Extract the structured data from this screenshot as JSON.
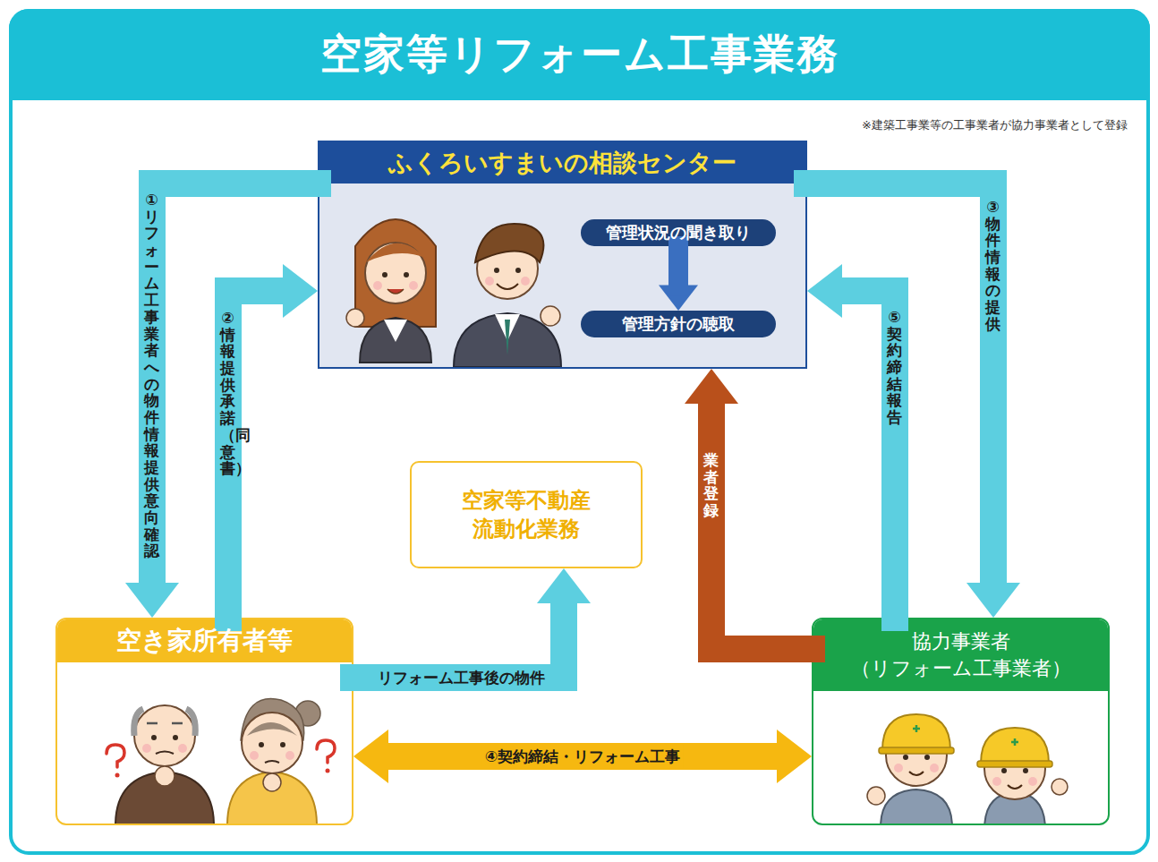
{
  "diagram": {
    "title": "空家等リフォーム工事業務",
    "nodes": [
      {
        "text": [
          "ふくろいすまいの相談センター"
        ]
      },
      {
        "text": [
          "管理状況の聞き取り"
        ],
        "in": 0
      },
      {
        "text": [
          "管理方針の聴取"
        ],
        "in": 0
      },
      {
        "text": [
          "空家等不動産 流動化業務"
        ]
      },
      {
        "text": [
          "空き家所有者等"
        ]
      },
      {
        "text": [
          "協力事業者 （リフォーム工事業者）"
        ]
      }
    ],
    "edges": [
      {
        "from": 0,
        "to": 4,
        "arrow": "to",
        "label": "①リフォーム工事業者への物件情報提供意向確認"
      },
      {
        "from": 4,
        "to": 0,
        "arrow": "to",
        "label": "②情報提供承諾（同意書）"
      },
      {
        "from": 0,
        "to": 5,
        "arrow": "to",
        "label": "③物件情報の提供"
      },
      {
        "from": 4,
        "to": 5,
        "arrow": "both",
        "label": "④契約締結・リフォーム工事"
      },
      {
        "from": 5,
        "to": 0,
        "arrow": "to",
        "label": "⑤契約締結報告"
      },
      {
        "from": 5,
        "to": 0,
        "arrow": "to",
        "label": "業者登録"
      },
      {
        "from": 4,
        "to": 3,
        "arrow": "to",
        "label": "リフォーム工事後の物件"
      },
      {
        "from": 1,
        "to": 2,
        "arrow": "to"
      }
    ],
    "labels": [
      "※建築工事業等の工事業者が協力事業者として登録"
    ]
  }
}
